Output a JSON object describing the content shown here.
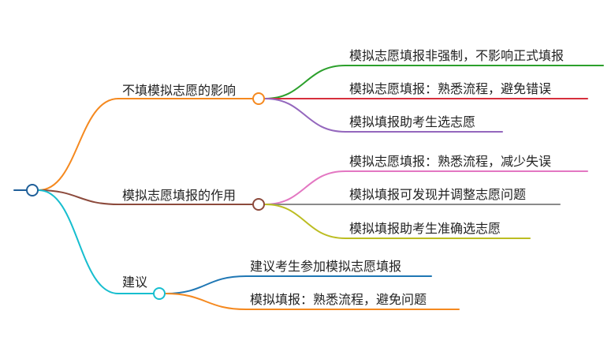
{
  "root": {
    "label": "",
    "color": "#1f5f99"
  },
  "branches": [
    {
      "label": "不填模拟志愿的影响",
      "color": "#f5891f",
      "children": [
        {
          "label": "模拟志愿填报非强制，不影响正式填报",
          "color": "#2ca02c"
        },
        {
          "label": "模拟志愿填报：熟悉流程，避免错误",
          "color": "#d62f3c"
        },
        {
          "label": "模拟填报助考生选志愿",
          "color": "#9467bd"
        }
      ]
    },
    {
      "label": "模拟志愿填报的作用",
      "color": "#8c4a3c",
      "children": [
        {
          "label": "模拟志愿填报：熟悉流程，减少失误",
          "color": "#e377c2"
        },
        {
          "label": "模拟填报可发现并调整志愿问题",
          "color": "#8a8a8a"
        },
        {
          "label": "模拟填报助考生准确选志愿",
          "color": "#bcbd22"
        }
      ]
    },
    {
      "label": "建议",
      "color": "#17becf",
      "children": [
        {
          "label": "建议考生参加模拟志愿填报",
          "color": "#1f77b4"
        },
        {
          "label": "模拟填报：熟悉流程，避免问题",
          "color": "#f5891f"
        }
      ]
    }
  ]
}
